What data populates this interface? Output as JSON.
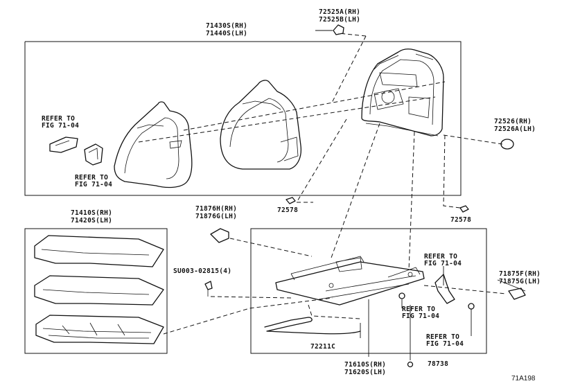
{
  "labels": {
    "backrest_cover": [
      "71430S(RH)",
      "71440S(LH)"
    ],
    "headrest_cap": [
      "72525A(RH)",
      "72525B(LH)"
    ],
    "refer_upper_left": [
      "REFER TO",
      "FIG 71-04"
    ],
    "refer_lower_left": [
      "REFER TO",
      "FIG 71-04"
    ],
    "recline_cap": [
      "72526(RH)",
      "72526A(LH)"
    ],
    "clip_left": "72578",
    "clip_right": "72578",
    "cushion_cover": [
      "71410S(RH)",
      "71420S(LH)"
    ],
    "shield": [
      "71876H(RH)",
      "71876G(LH)"
    ],
    "bolt": "SU003-02815(4)",
    "refer_right_top": [
      "REFER TO",
      "FIG 71-04"
    ],
    "refer_right_mid": [
      "REFER TO",
      "FIG 71-04"
    ],
    "refer_right_bottom": [
      "REFER TO",
      "FIG 71-04"
    ],
    "outer_shield": [
      "71875F(RH)",
      "71875G(LH)"
    ],
    "wire": "72211C",
    "adjuster": [
      "71610S(RH)",
      "71620S(LH)"
    ],
    "grommet": "78738",
    "figure_code": "71A198"
  }
}
